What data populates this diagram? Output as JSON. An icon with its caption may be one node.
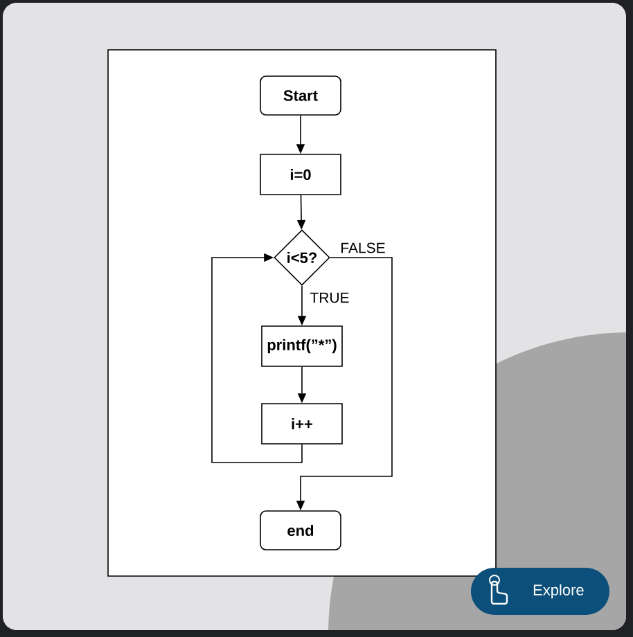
{
  "diagram": {
    "nodes": [
      {
        "text": [
          "Start"
        ]
      },
      {
        "text": [
          "i=0"
        ]
      },
      {
        "text": [
          "i<5?"
        ]
      },
      {
        "text": [
          "printf(”*”)"
        ]
      },
      {
        "text": [
          "i++"
        ]
      },
      {
        "text": [
          "end"
        ]
      }
    ],
    "edges": [
      {
        "from": 0,
        "to": 1,
        "arrow": "to"
      },
      {
        "from": 1,
        "to": 2,
        "arrow": "to"
      },
      {
        "from": 2,
        "to": 3,
        "arrow": "to",
        "label": "TRUE"
      },
      {
        "from": 3,
        "to": 4,
        "arrow": "to"
      },
      {
        "from": 4,
        "to": 2,
        "arrow": "to"
      },
      {
        "from": 2,
        "to": 5,
        "arrow": "to",
        "label": "FALSE"
      }
    ],
    "labels": [
      "Explore"
    ]
  }
}
